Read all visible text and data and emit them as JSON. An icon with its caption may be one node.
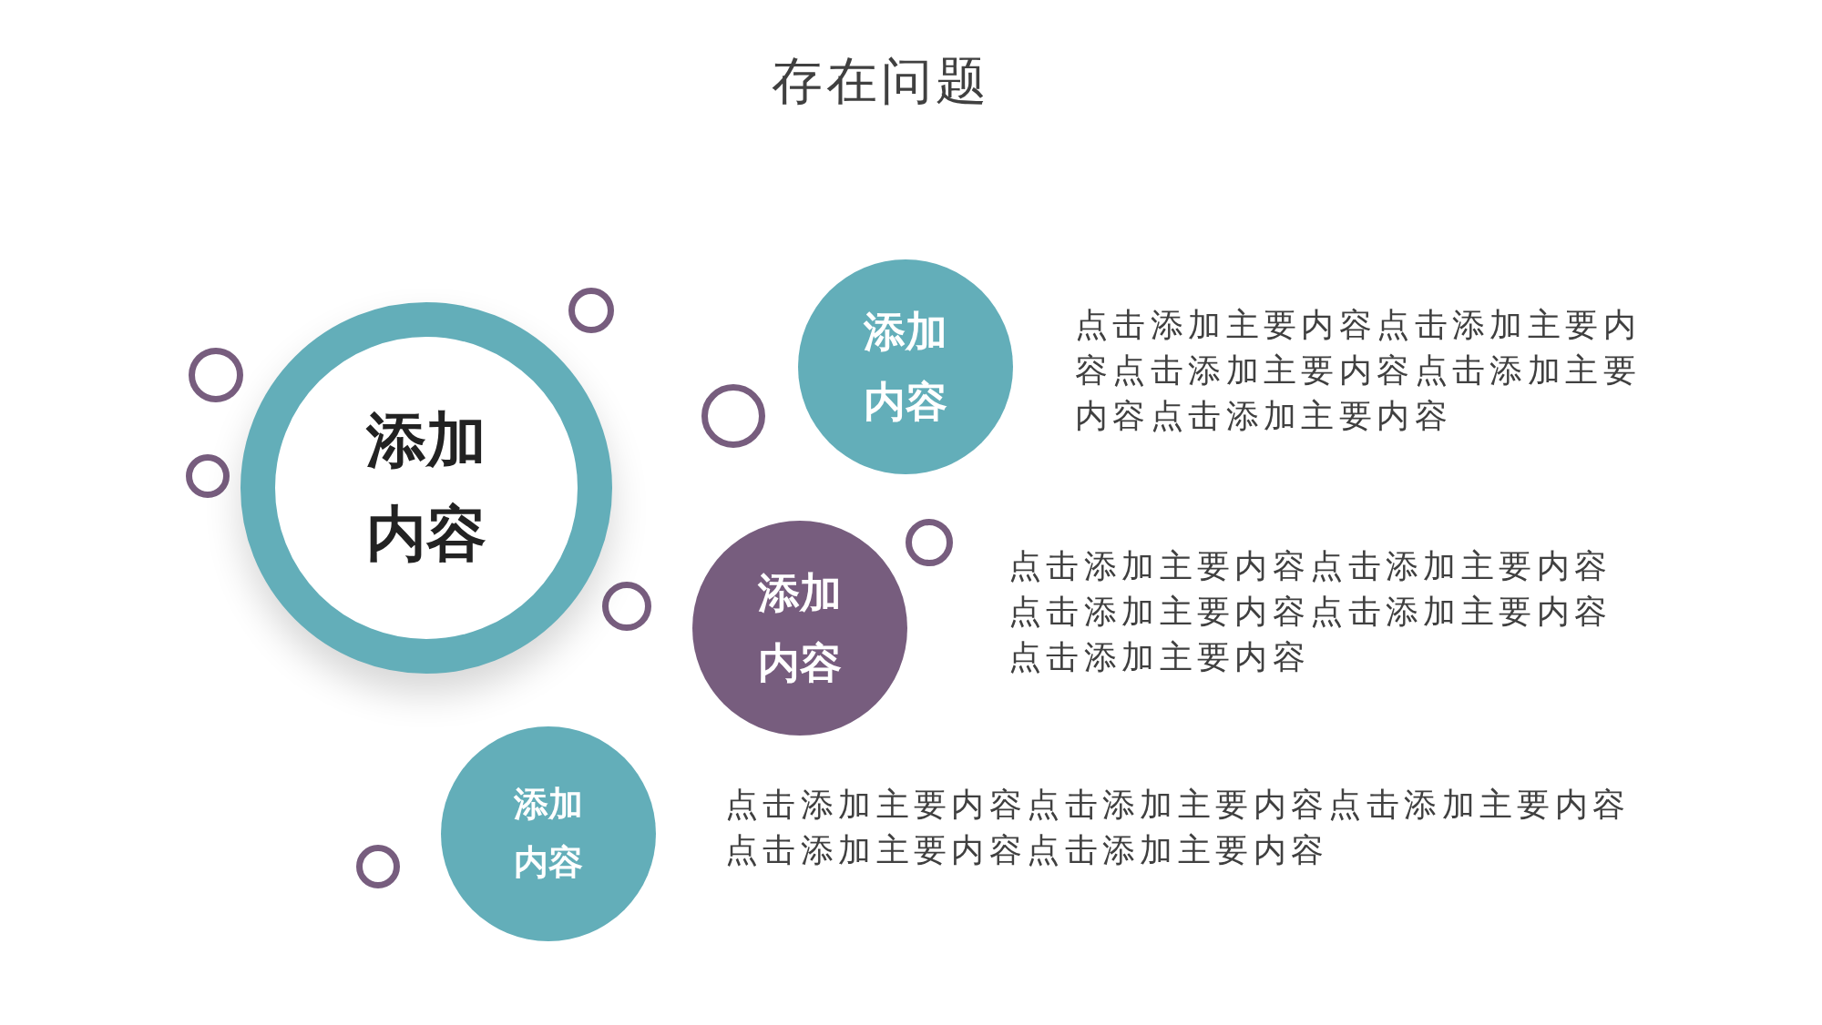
{
  "diagram": {
    "title": "存在问题",
    "nodes": [
      {
        "text": [
          "添加内容"
        ]
      },
      {
        "text": [
          "添加内容"
        ],
        "beside": [
          "点击添加主要内容点击添加主要内容点击添加主要内容点击添加主要内容点击添加主要内容"
        ]
      },
      {
        "text": [
          "添加内容"
        ],
        "beside": [
          "点击添加主要内容点击添加主要内容点击添加主要内容点击添加主要内容点击添加主要内容"
        ]
      },
      {
        "text": [
          "添加内容"
        ],
        "beside": [
          "点击添加主要内容点击添加主要内容点击添加主要内容点击添加主要内容点击添加主要内容"
        ]
      }
    ]
  }
}
